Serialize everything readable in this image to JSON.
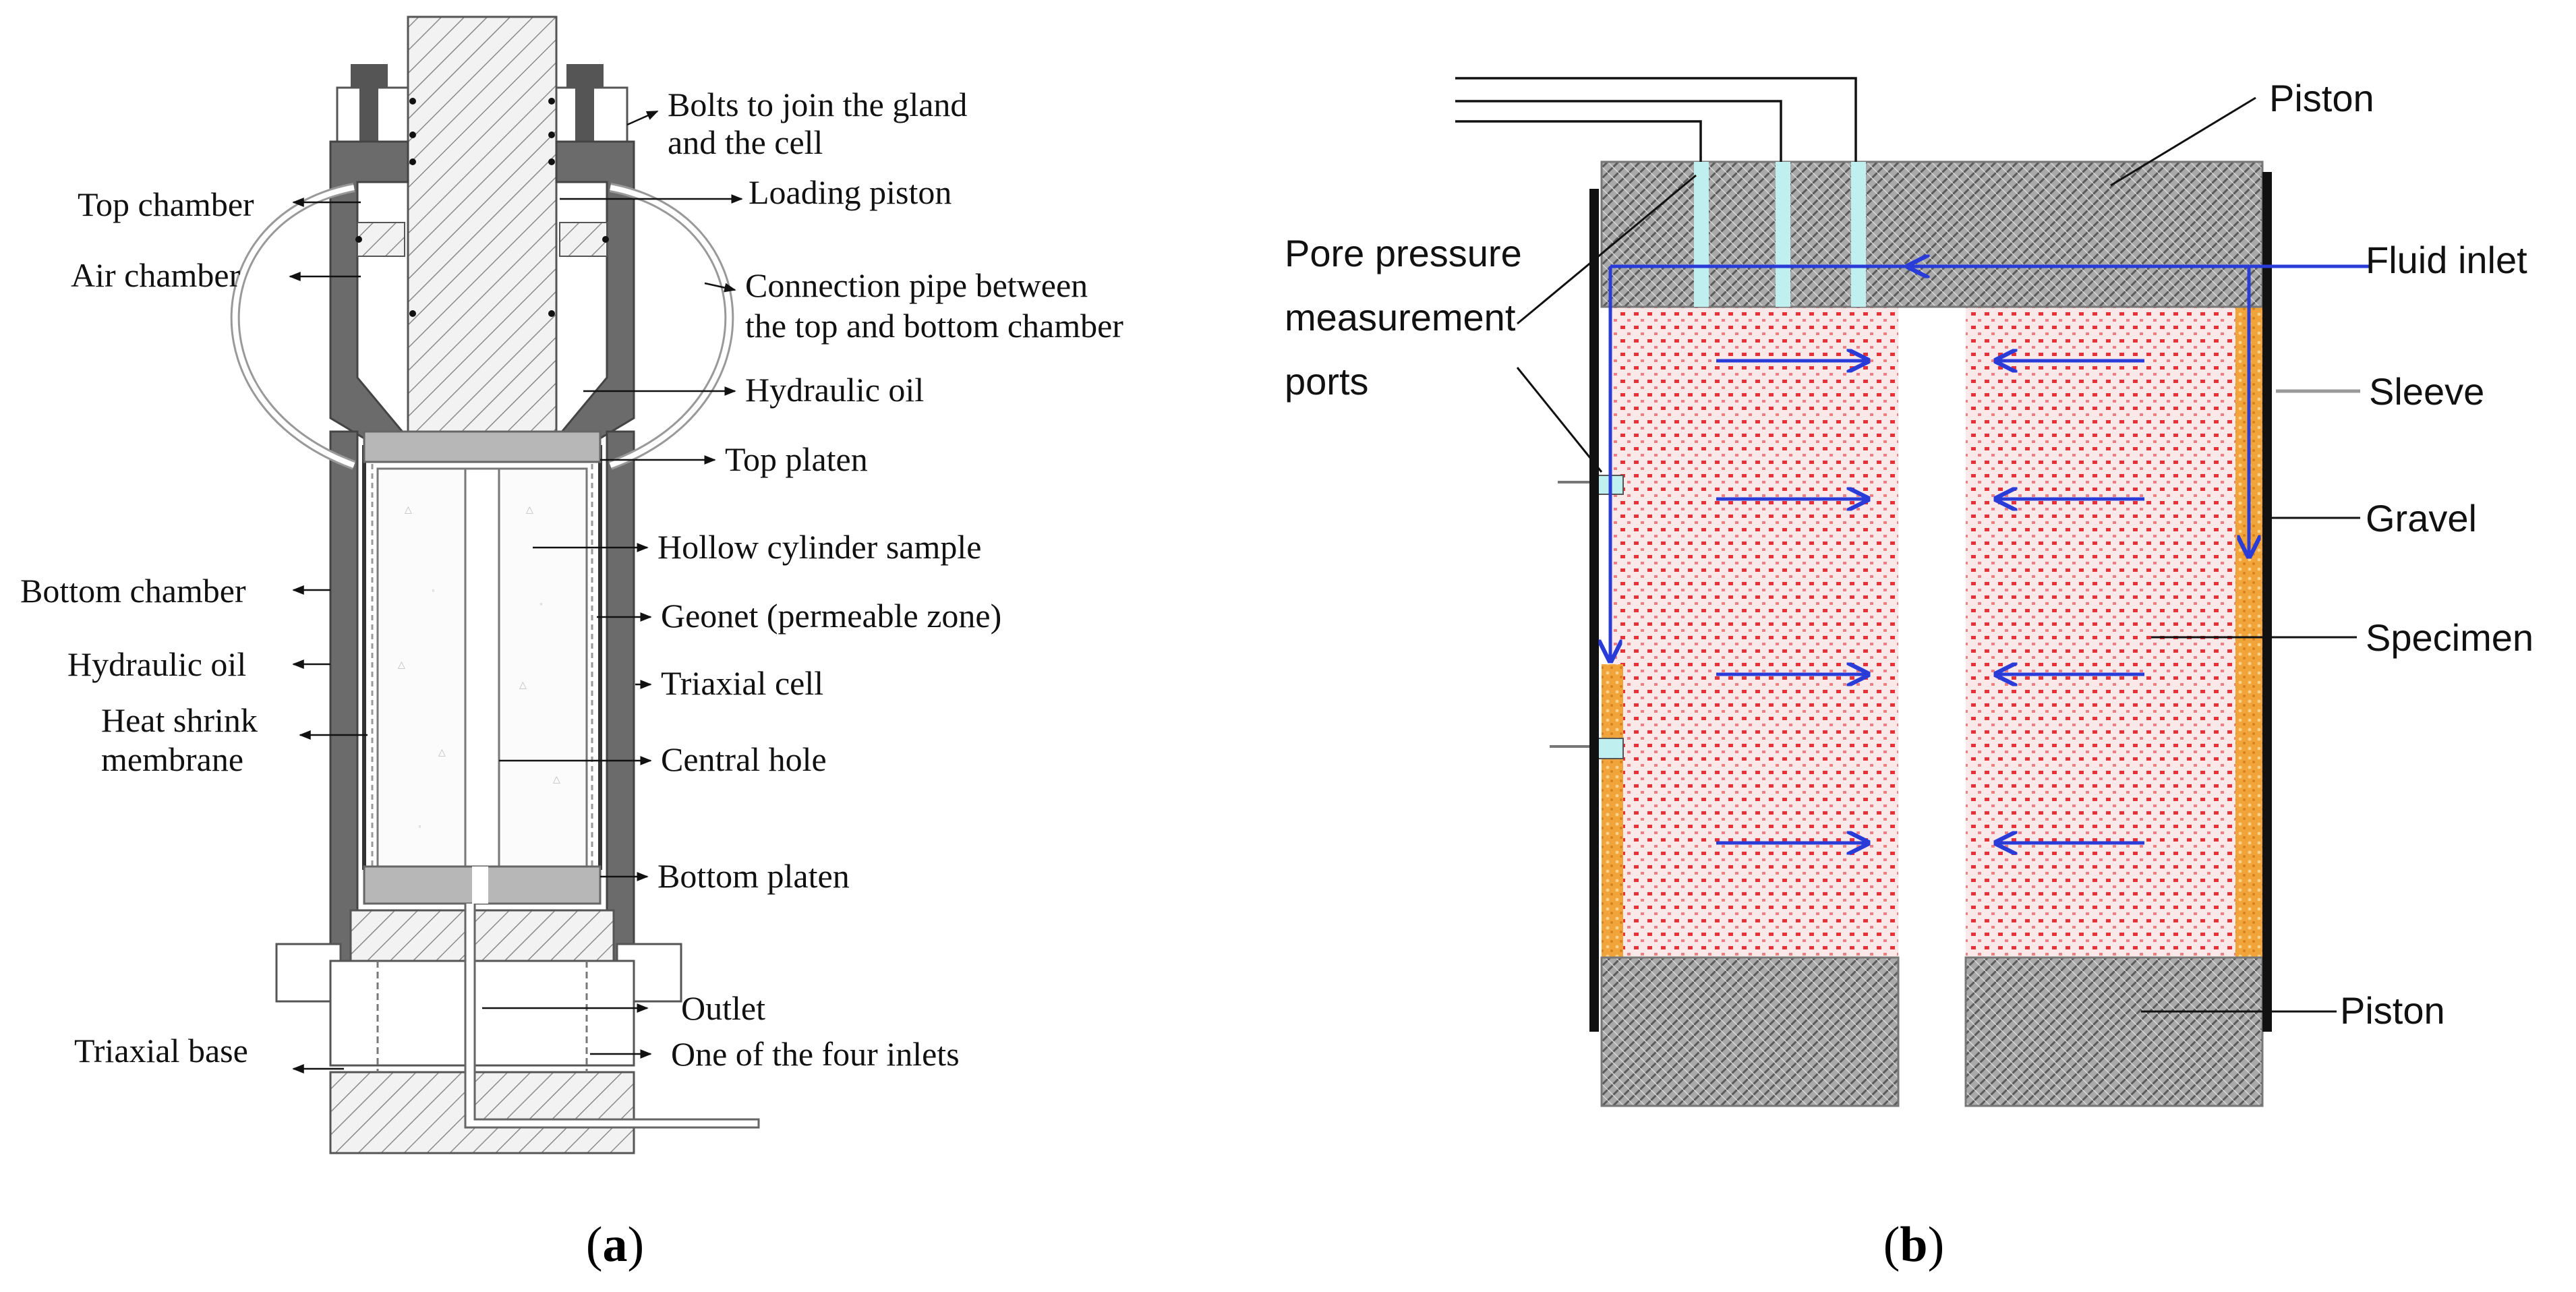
{
  "panel_a": {
    "caption_open": "(",
    "caption_letter": "a",
    "caption_close": ")",
    "labels": {
      "bolts": [
        "Bolts to join the gland",
        "and the cell"
      ],
      "loading_piston": "Loading piston",
      "top_chamber": "Top chamber",
      "air_chamber": "Air chamber",
      "connection_pipe": [
        "Connection pipe between",
        "the top and bottom chamber"
      ],
      "hydraulic_oil_top": "Hydraulic oil",
      "top_platen": "Top platen",
      "hollow_cylinder": "Hollow cylinder sample",
      "bottom_chamber": "Bottom chamber",
      "geonet": "Geonet (permeable zone)",
      "hydraulic_oil_left": "Hydraulic oil",
      "triaxial_cell": "Triaxial cell",
      "heat_shrink": [
        "Heat shrink",
        "membrane"
      ],
      "central_hole": "Central hole",
      "bottom_platen": "Bottom platen",
      "outlet": "Outlet",
      "triaxial_base": "Triaxial base",
      "inlets": "One of the four inlets"
    }
  },
  "panel_b": {
    "caption_open": "(",
    "caption_letter": "b",
    "caption_close": ")",
    "labels": {
      "piston_top": "Piston",
      "pore_pressure": [
        "Pore pressure",
        "measurement",
        "ports"
      ],
      "fluid_inlet": "Fluid inlet",
      "sleeve": "Sleeve",
      "gravel": "Gravel",
      "specimen": "Specimen",
      "piston_bottom": "Piston"
    }
  },
  "colors": {
    "cell_wall": "#6b6b6b",
    "hatch": "#7a7a7a",
    "specimen_dots": "#e8323a",
    "gravel": "#f0a43a",
    "flow_arrows": "#2a3cd8",
    "ports": "#bff0ef",
    "sleeve": "#111111"
  }
}
